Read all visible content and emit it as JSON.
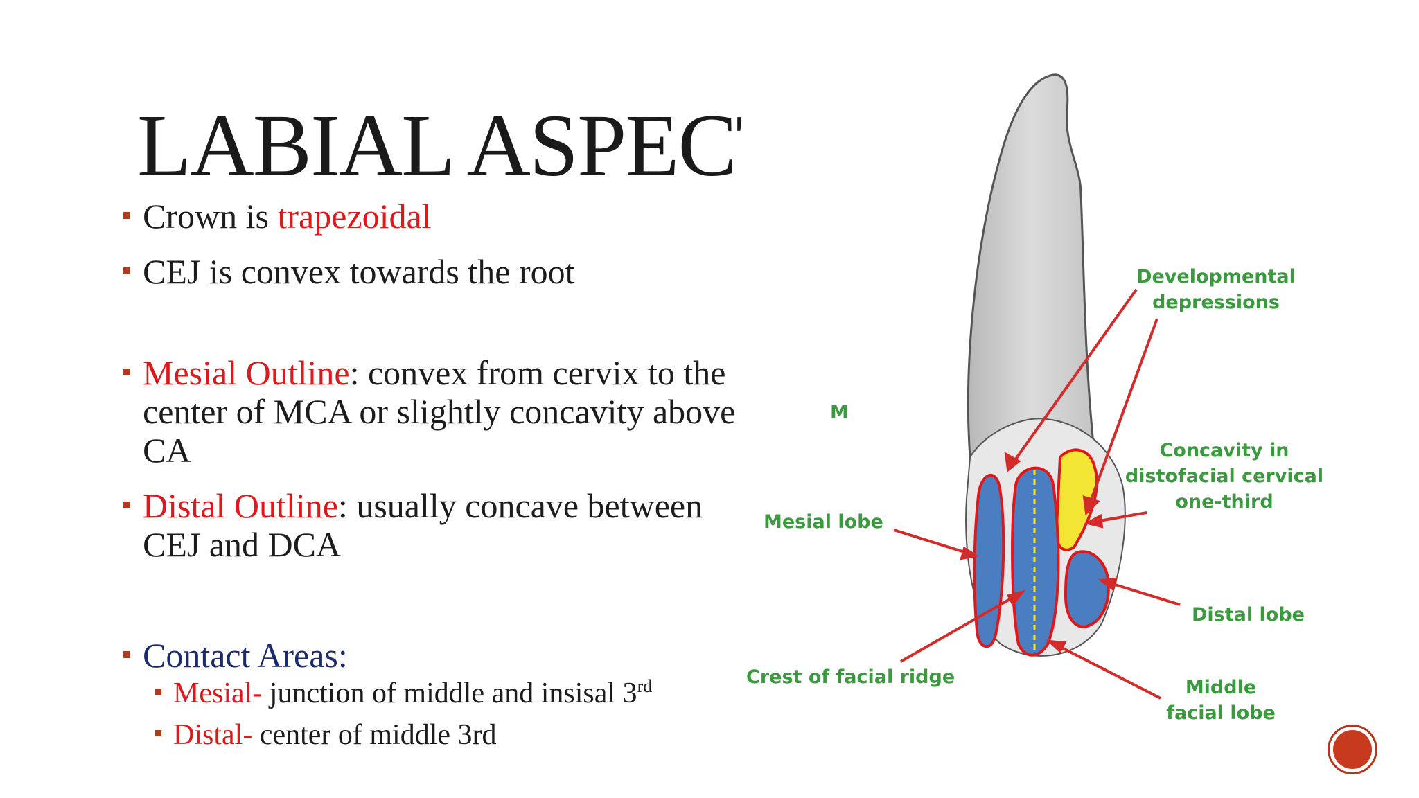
{
  "slide": {
    "title": "LABIAL ASPECT",
    "bullets": [
      {
        "parts": [
          {
            "text": "Crown is ",
            "color": ""
          },
          {
            "text": "trapezoidal",
            "color": "red"
          }
        ]
      },
      {
        "parts": [
          {
            "text": "CEJ is convex towards the root",
            "color": ""
          }
        ]
      },
      {
        "parts": [
          {
            "text": "Mesial Outline",
            "color": "red"
          },
          {
            "text": ": convex from cervix to the center of MCA or slightly concavity above CA",
            "color": ""
          }
        ]
      },
      {
        "parts": [
          {
            "text": "Distal Outline",
            "color": "red"
          },
          {
            "text": ": usually concave between CEJ and DCA",
            "color": ""
          }
        ]
      },
      {
        "parts": [
          {
            "text": "Contact Areas:",
            "color": "navy"
          }
        ]
      }
    ],
    "sub_bullets": [
      {
        "label": "Mesial-",
        "text": " junction of middle and insisal 3",
        "sup": "rd"
      },
      {
        "label": "Distal-",
        "text": " center of middle 3rd",
        "sup": ""
      }
    ]
  },
  "figure": {
    "labels": {
      "m": "M",
      "developmental_1": "Developmental",
      "developmental_2": "depressions",
      "concavity_1": "Concavity in",
      "concavity_2": "distofacial cervical",
      "concavity_3": "one-third",
      "mesial_lobe": "Mesial lobe",
      "distal_lobe": "Distal lobe",
      "crest": "Crest of facial ridge",
      "middle_1": "Middle",
      "middle_2": "facial lobe"
    },
    "colors": {
      "label_green": "#3a9a3e",
      "arrow_red": "#d42a2a",
      "lobe_blue": "#4a7ec0",
      "lobe_outline": "#e0181c",
      "concavity_yellow": "#f2e534",
      "root_gray": "#c8c8c8"
    }
  },
  "nav": {
    "icon": "next-slide-circle-icon"
  }
}
